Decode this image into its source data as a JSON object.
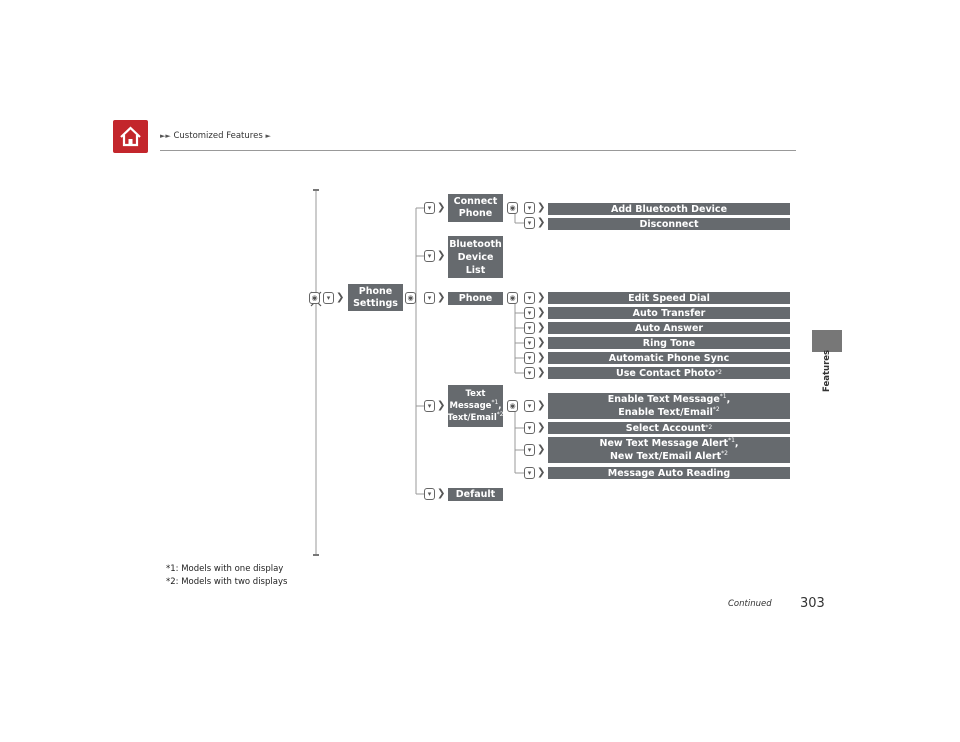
{
  "header": {
    "breadcrumb_arrows": "►►",
    "breadcrumb_title": "Customized Features",
    "breadcrumb_end": "►"
  },
  "side_tab": {
    "label": "Features"
  },
  "footer": {
    "continued": "Continued",
    "page_number": "303"
  },
  "footnotes": [
    "*1: Models with one display",
    "*2: Models with two displays"
  ],
  "menu": {
    "root": {
      "line1": "Phone",
      "line2": "Settings"
    },
    "level1": [
      {
        "id": "connect-phone",
        "line1": "Connect",
        "line2": "Phone"
      },
      {
        "id": "bluetooth-device-list",
        "line1": "Bluetooth",
        "line2": "Device",
        "line3": "List"
      },
      {
        "id": "phone",
        "line1": "Phone"
      },
      {
        "id": "text-message",
        "line1": "Text",
        "line2": "Message",
        "sup2": "*1",
        "sep": ",",
        "line3": "Text/Email",
        "sup3": "*2"
      },
      {
        "id": "default",
        "line1": "Default"
      }
    ],
    "connect_phone_items": [
      "Add Bluetooth Device",
      "Disconnect"
    ],
    "phone_items": [
      "Edit Speed Dial",
      "Auto Transfer",
      "Auto Answer",
      "Ring Tone",
      "Automatic Phone Sync",
      "Use Contact Photo"
    ],
    "phone_items_sup": {
      "last": "*2"
    },
    "text_items": [
      {
        "a": "Enable Text Message",
        "a_sup": "*1",
        "sep": ",",
        "b": "Enable Text/Email",
        "b_sup": "*2"
      },
      {
        "a": "Select Account",
        "a_sup": "*2"
      },
      {
        "a": "New Text Message Alert",
        "a_sup": "*1",
        "sep": ",",
        "b": "New Text/Email Alert",
        "b_sup": "*2"
      },
      {
        "a": "Message Auto Reading"
      }
    ]
  },
  "colors": {
    "home_red": "#c3262c",
    "box_gray": "#666a6e",
    "line_gray": "#999999"
  }
}
